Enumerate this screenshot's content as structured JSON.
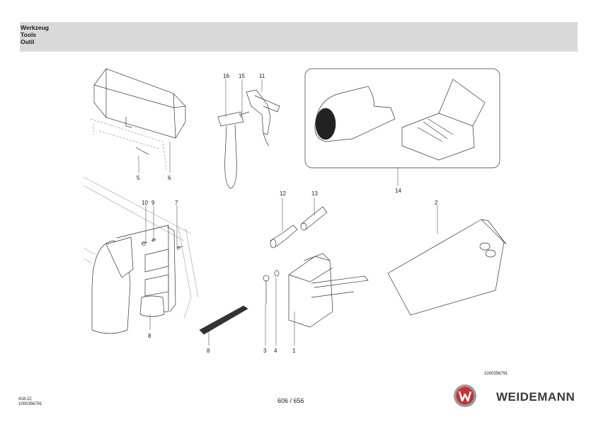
{
  "header": {
    "line1": "Werkzeug",
    "line2": "Tools",
    "line3": "Outil"
  },
  "callouts": {
    "c16": "16",
    "c15": "15",
    "c11": "11",
    "c14": "14",
    "c5": "5",
    "c6": "6",
    "c10": "10",
    "c9": "9",
    "c7": "7",
    "c8a": "8",
    "c12": "12",
    "c13": "13",
    "c2": "2",
    "c8b": "8",
    "c3": "3",
    "c4": "4",
    "c1": "1"
  },
  "figure_id": "1000356791",
  "footer": {
    "code": "418-22",
    "doc_number": "1000356791",
    "page": "606 / 656"
  },
  "brand": {
    "name": "WEIDEMANN",
    "logo_color": "#c8312e"
  }
}
